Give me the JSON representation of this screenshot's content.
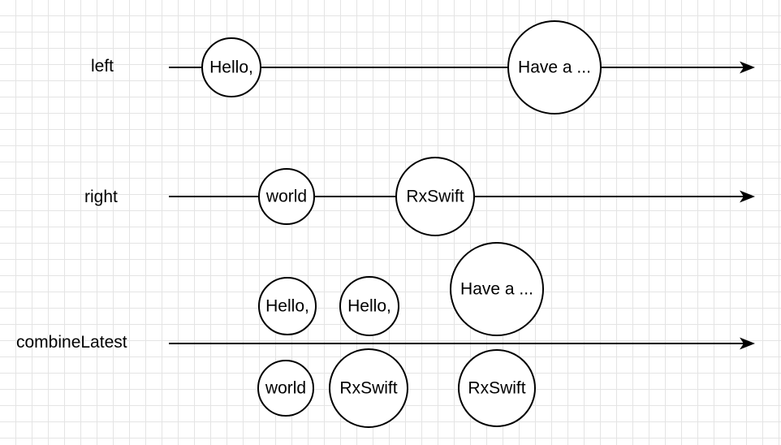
{
  "diagram": {
    "rows": [
      {
        "label": "left",
        "events": [
          {
            "text": "Hello,"
          },
          {
            "text": "Have a ..."
          }
        ]
      },
      {
        "label": "right",
        "events": [
          {
            "text": "world"
          },
          {
            "text": "RxSwift"
          }
        ]
      },
      {
        "label": "combineLatest",
        "pairs": [
          {
            "top": "Hello,",
            "bottom": "world"
          },
          {
            "top": "Hello,",
            "bottom": "RxSwift"
          },
          {
            "top": "Have a ...",
            "bottom": "RxSwift"
          }
        ]
      }
    ]
  }
}
